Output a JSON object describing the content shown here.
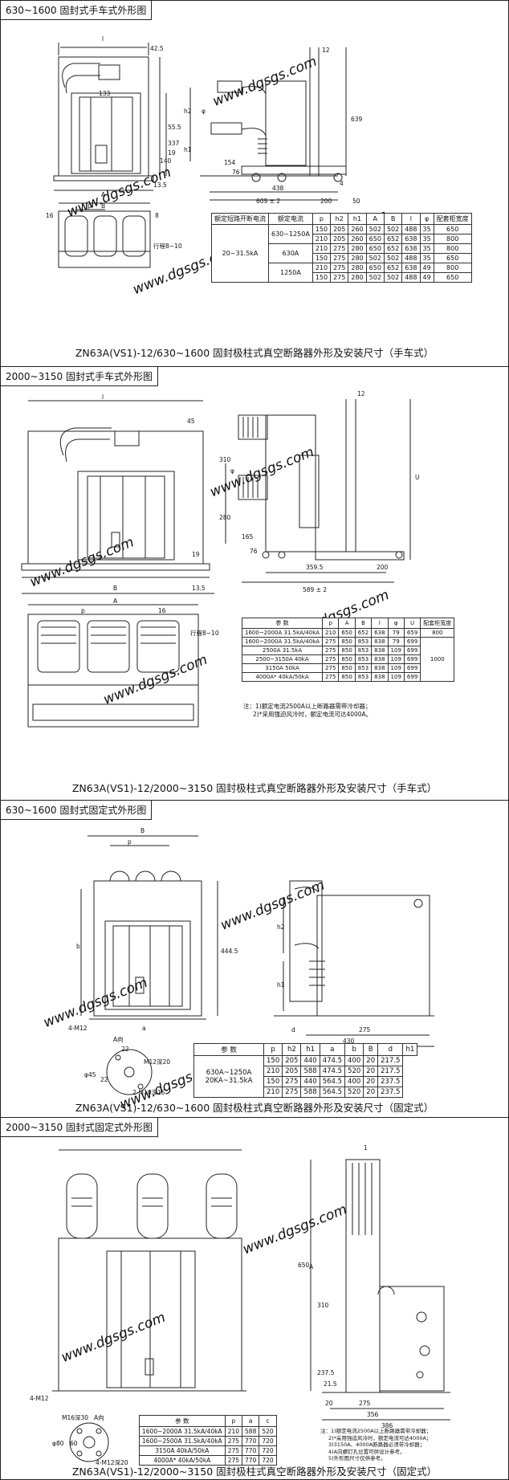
{
  "watermark": "www.dgsgs.com",
  "panels": [
    {
      "title": "630~1600 固封式手车式外形图",
      "caption": "ZN63A(VS1)-12/630~1600 固封极柱式真空断路器外形及安装尺寸（手车式）",
      "dims": {
        "l": "l",
        "d1": "42.5",
        "d2": "133",
        "d3": "55.5",
        "d4": "337",
        "d5": "19",
        "d6": "140",
        "d7": "13.5",
        "A": "A",
        "B": "B",
        "p": "p",
        "n16": "16",
        "n8": "8",
        "stroke": "行程8~10",
        "n12": "12",
        "h2": "h2",
        "phi": "φ",
        "n639": "639",
        "h1": "h1",
        "n154": "154",
        "n76": "76",
        "n438": "438",
        "n609": "609 ± 2",
        "n200": "200",
        "n4": "4",
        "n50": "50"
      },
      "table": {
        "headers": [
          "额定短路开断电流",
          "额定电流",
          "p",
          "h2",
          "h1",
          "A",
          "B",
          "l",
          "φ",
          "配套柜宽度"
        ],
        "group": "20~31.5kA",
        "rows": [
          [
            "630~1250A",
            "150",
            "205",
            "260",
            "502",
            "502",
            "488",
            "35",
            "650"
          ],
          [
            "",
            "210",
            "205",
            "260",
            "650",
            "652",
            "638",
            "35",
            "800"
          ],
          [
            "630A",
            "210",
            "275",
            "280",
            "650",
            "652",
            "638",
            "35",
            "800"
          ],
          [
            "",
            "150",
            "275",
            "280",
            "502",
            "502",
            "488",
            "35",
            "650"
          ],
          [
            "1250A",
            "210",
            "275",
            "280",
            "650",
            "652",
            "638",
            "49",
            "800"
          ],
          [
            "",
            "150",
            "275",
            "280",
            "502",
            "502",
            "488",
            "49",
            "650"
          ]
        ]
      }
    },
    {
      "title": "2000~3150 固封式手车式外形图",
      "caption": "ZN63A(VS1)-12/2000~3150 固封极柱式真空断路器外形及安装尺寸（手车式）",
      "dims": {
        "l": "l",
        "n45": "45",
        "n19": "19",
        "B": "B",
        "n13_5": "13.5",
        "A": "A",
        "p": "p",
        "n16": "16",
        "stroke": "行程8~10",
        "n12": "12",
        "n310": "310",
        "phi": "φ",
        "n280": "280",
        "U": "U",
        "n165": "165",
        "n76": "76",
        "n359": "359.5",
        "n200": "200",
        "n589": "589 ± 2"
      },
      "table": {
        "headers": [
          "参  数",
          "p",
          "A",
          "B",
          "l",
          "φ",
          "U",
          "配套柜宽度"
        ],
        "rows": [
          [
            "1600~2000A 31.5kA/40kA",
            "210",
            "650",
            "652",
            "638",
            "79",
            "659",
            "800"
          ],
          [
            "1600~2000A 31.5kA/40kA",
            "275",
            "850",
            "853",
            "838",
            "79",
            "699",
            ""
          ],
          [
            "2500A 31.5kA",
            "275",
            "850",
            "853",
            "838",
            "109",
            "699",
            "1000"
          ],
          [
            "2500~3150A 40kA",
            "275",
            "850",
            "853",
            "838",
            "109",
            "699",
            ""
          ],
          [
            "3150A 50kA",
            "275",
            "850",
            "853",
            "838",
            "109",
            "699",
            ""
          ],
          [
            "4000A* 40kA/50kA",
            "275",
            "850",
            "853",
            "838",
            "109",
            "699",
            ""
          ]
        ],
        "notes": [
          "注：1)额定电流2500A以上断路器需带冷却器；",
          "2)*采用强迫风冷时，额定电流可达4000A。"
        ]
      }
    },
    {
      "title": "630~1600 固封式固定式外形图",
      "caption": "ZN63A(VS1)-12/630~1600 固封极柱式真空断路器外形及安装尺寸（固定式）",
      "dims": {
        "B": "B",
        "p": "p",
        "b": "b",
        "n444": "444.5",
        "m12": "4-M12",
        "a": "a",
        "h2": "h2",
        "h1": "h1",
        "d": "d",
        "n275": "275",
        "n430": "430",
        "view": "A向",
        "n22": "22",
        "m12b": "M12深20",
        "phi45": "φ45",
        "n22b": "22",
        "m10": "2-M10深15"
      },
      "table": {
        "headers": [
          "参  数",
          "p",
          "h2",
          "h1",
          "a",
          "b",
          "B",
          "d",
          "h1"
        ],
        "group": "630A~1250A 20KA~31.5kA",
        "rows": [
          [
            "150",
            "205",
            "440",
            "474.5",
            "400",
            "20",
            "217.5"
          ],
          [
            "210",
            "205",
            "588",
            "474.5",
            "520",
            "20",
            "217.5"
          ],
          [
            "150",
            "275",
            "440",
            "564.5",
            "400",
            "20",
            "237.5"
          ],
          [
            "210",
            "275",
            "588",
            "564.5",
            "520",
            "20",
            "237.5"
          ]
        ]
      }
    },
    {
      "title": "2000~3150 固封式固定式外形图",
      "caption": "ZN63A(VS1)-12/2000~3150 固封极柱式真空断路器外形及安装尺寸（固定式）",
      "dims": {
        "n1": "1",
        "A": "A",
        "n650": "650",
        "n310": "310",
        "n237": "237.5",
        "n21": "21.5",
        "n20": "20",
        "n275": "275",
        "n356": "356",
        "n386": "386",
        "m12": "4-M12",
        "m16": "M16深30",
        "view": "A向",
        "phi80": "φ80",
        "n60": "60",
        "m12b": "4-M12深20"
      },
      "table": {
        "headers": [
          "参  数",
          "p",
          "a",
          "c"
        ],
        "rows": [
          [
            "1600~2000A 31.5kA/40kA",
            "210",
            "588",
            "520"
          ],
          [
            "1600~2500A 31.5kA/40kA",
            "275",
            "770",
            "720"
          ],
          [
            "3150A 40kA/50kA",
            "275",
            "770",
            "720"
          ],
          [
            "4000A* 40kA/50kA",
            "275",
            "770",
            "720"
          ]
        ],
        "notes": [
          "注：1)额定电流2500A以上断路器需带冷却器；",
          "2)*采用强迫风冷时，额定电流可达4000A；",
          "3)3150A、4000A断路器必须带冷却器；",
          "4)A向螺钉孔位置可供设计参考。",
          "5)外形图尺寸仅供参考。"
        ]
      }
    }
  ]
}
